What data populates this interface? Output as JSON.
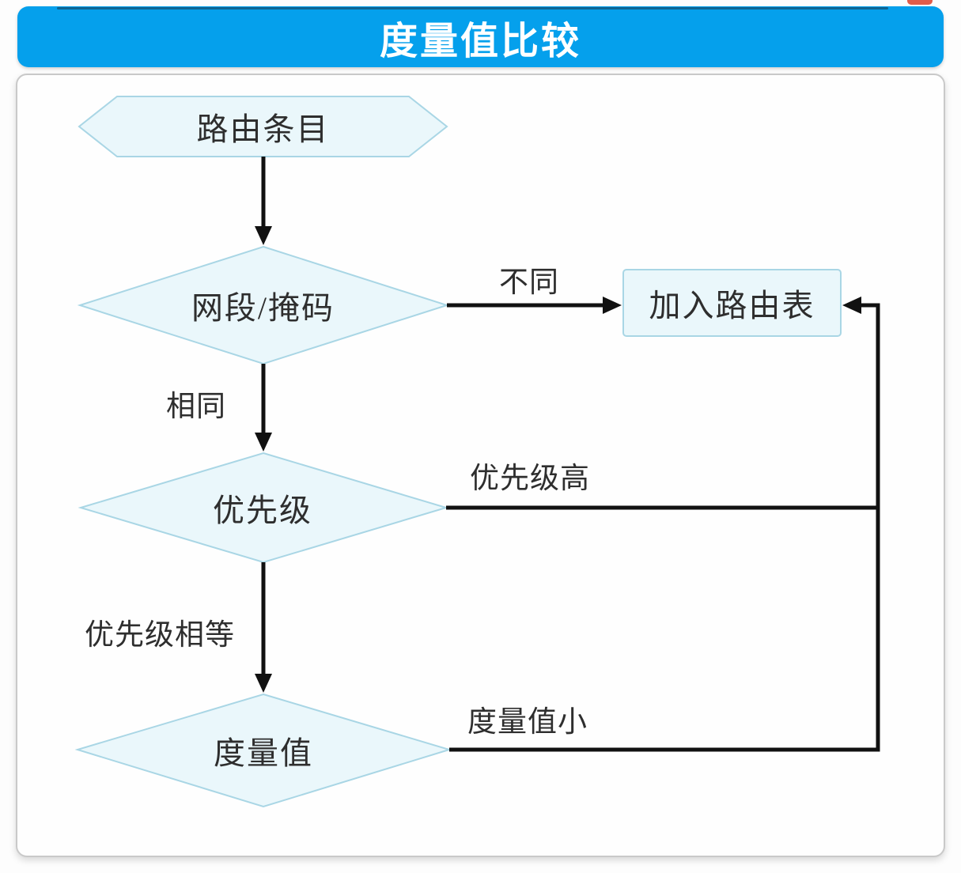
{
  "header": {
    "title": "度量值比较",
    "bar_color": "#05a0ec",
    "title_color": "#ffffff",
    "red_fragment_color": "#e25c4a"
  },
  "diagram": {
    "colors": {
      "node_fill": "#eaf7fb",
      "node_border": "#a9d6e5",
      "connector": "#111111",
      "label_text": "#2e2e2e",
      "card_border": "#c9c9c9",
      "card_background": "#fefefe"
    },
    "nodes": [
      {
        "id": "route-entry",
        "type": "hexagon",
        "label": "路由条目"
      },
      {
        "id": "net-mask",
        "type": "diamond",
        "label": "网段/掩码"
      },
      {
        "id": "priority",
        "type": "diamond",
        "label": "优先级"
      },
      {
        "id": "metric",
        "type": "diamond",
        "label": "度量值"
      },
      {
        "id": "add-route",
        "type": "rect",
        "label": "加入路由表"
      }
    ],
    "edges": [
      {
        "from": "route-entry",
        "to": "net-mask",
        "label": ""
      },
      {
        "from": "net-mask",
        "to": "add-route",
        "label": "不同"
      },
      {
        "from": "net-mask",
        "to": "priority",
        "label": "相同"
      },
      {
        "from": "priority",
        "to": "add-route",
        "label": "优先级高"
      },
      {
        "from": "priority",
        "to": "metric",
        "label": "优先级相等"
      },
      {
        "from": "metric",
        "to": "add-route",
        "label": "度量值小"
      }
    ]
  }
}
